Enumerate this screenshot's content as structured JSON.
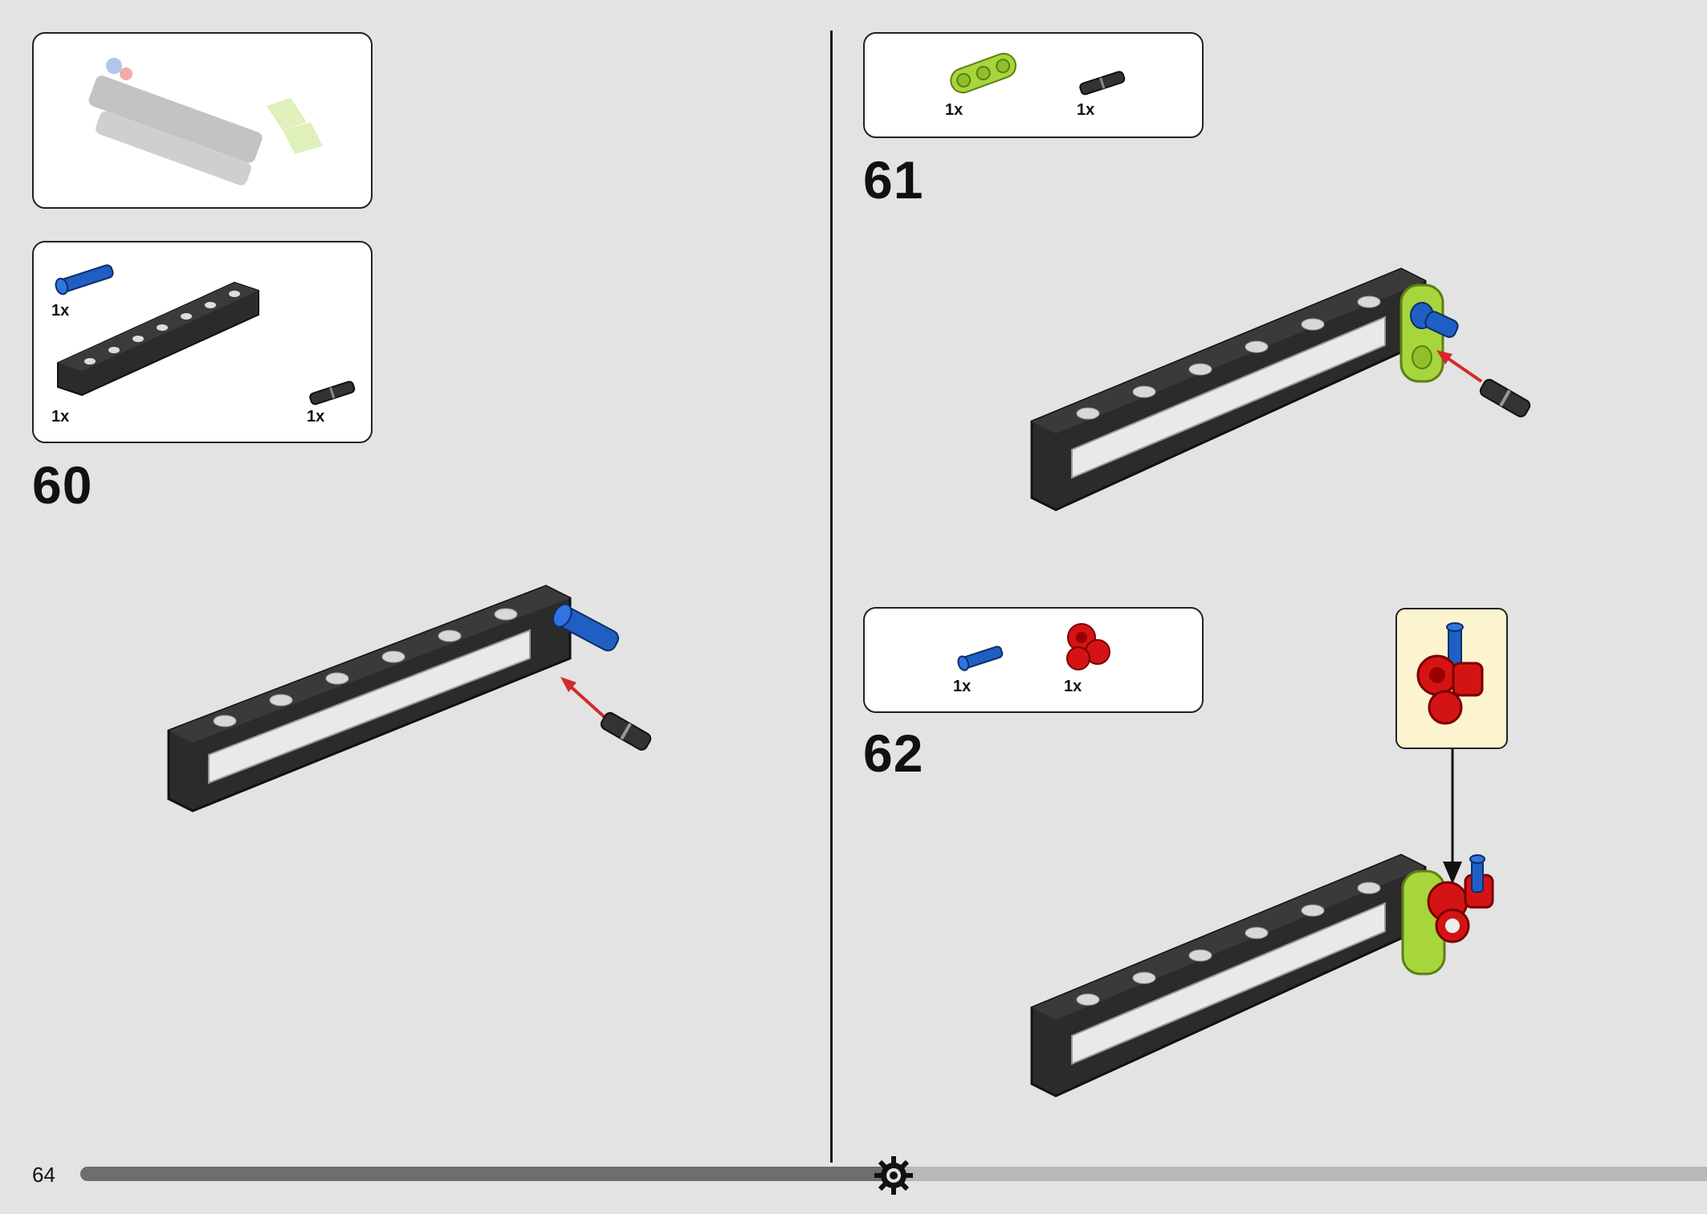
{
  "page": {
    "number": "64",
    "progress": 0.5
  },
  "steps": [
    {
      "number": "60",
      "parts": [
        {
          "qty": "1x",
          "part": "blue-axle-pin"
        },
        {
          "qty": "1x",
          "part": "black-frame"
        },
        {
          "qty": "1x",
          "part": "black-friction-pin"
        }
      ]
    },
    {
      "number": "61",
      "parts": [
        {
          "qty": "1x",
          "part": "lime-beam-3"
        },
        {
          "qty": "1x",
          "part": "black-friction-pin"
        }
      ]
    },
    {
      "number": "62",
      "parts": [
        {
          "qty": "1x",
          "part": "blue-axle-pin"
        },
        {
          "qty": "1x",
          "part": "red-connector"
        }
      ]
    }
  ],
  "colors": {
    "frame": "#2b2b2b",
    "lime": "#a6d63c",
    "blue": "#1f5fc4",
    "red": "#d41414",
    "arrow": "#d42a2a",
    "callout_bg": "#fbf4cf"
  }
}
